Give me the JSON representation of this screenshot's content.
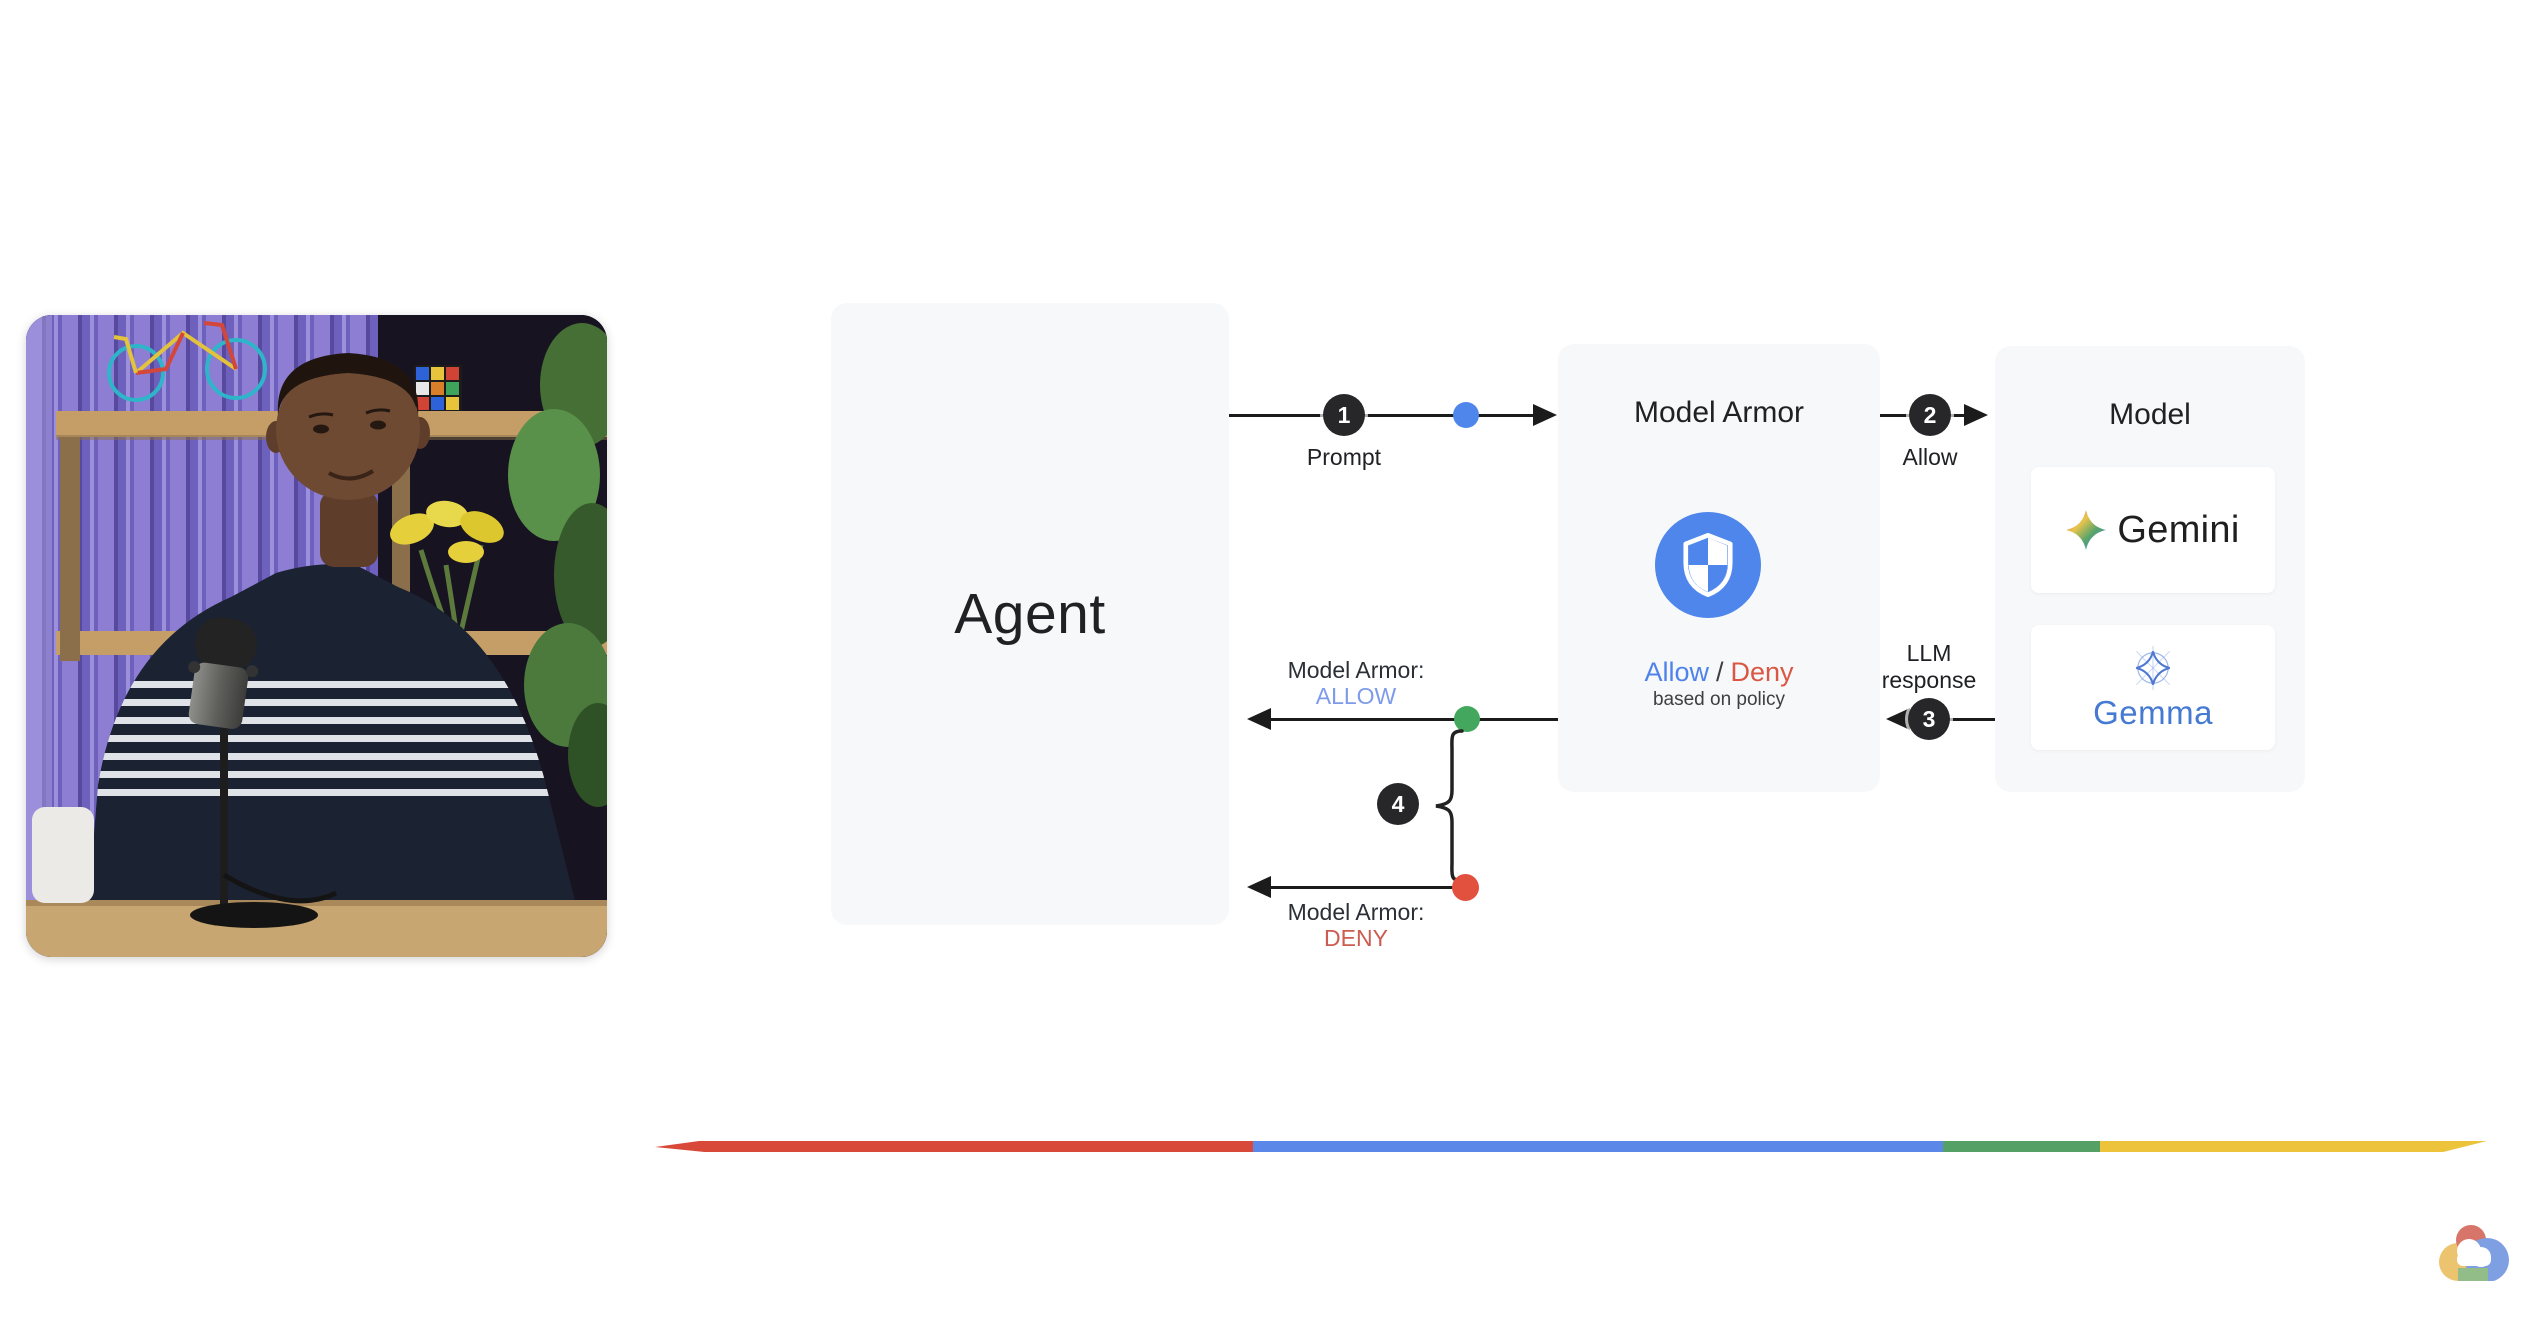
{
  "diagram": {
    "agent": {
      "label": "Agent"
    },
    "model_armor": {
      "title": "Model Armor",
      "allow_word": "Allow",
      "slash": "/",
      "deny_word": "Deny",
      "policy_note": "based on policy"
    },
    "model": {
      "title": "Model",
      "gemini_label": "Gemini",
      "gemma_label": "Gemma"
    },
    "steps": {
      "s1": {
        "num": "1",
        "label": "Prompt"
      },
      "s2": {
        "num": "2",
        "label": "Allow"
      },
      "s3": {
        "num": "3",
        "label": "LLM response"
      },
      "s4": {
        "num": "4"
      }
    },
    "returns": {
      "allow": {
        "prefix": "Model Armor:",
        "status": "ALLOW"
      },
      "deny": {
        "prefix": "Model Armor:",
        "status": "DENY"
      }
    }
  },
  "colors": {
    "accent_blue": "#4e86ec",
    "badge_dark": "#27272a",
    "dot_green": "#43a75d",
    "dot_red": "#e2513e",
    "allow_word": "#4f83ec",
    "deny_word": "#da5743",
    "allow_text": "#7d9bea",
    "deny_text": "#cd5b50",
    "bar_red": "#d9493a",
    "bar_blue": "#5b87e8",
    "bar_green": "#55a065",
    "bar_yellow": "#edc33c"
  }
}
